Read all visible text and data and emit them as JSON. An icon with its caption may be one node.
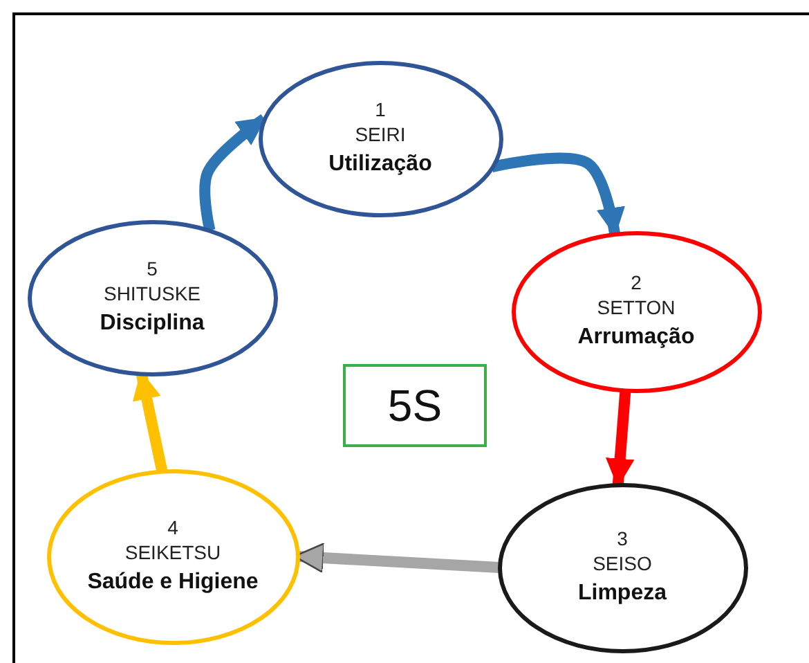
{
  "diagram": {
    "nodes": [
      {
        "text": [
          "1",
          "SEIRI",
          "Utilização"
        ]
      },
      {
        "text": [
          "2",
          "SETTON",
          "Arrumação"
        ]
      },
      {
        "text": [
          "3",
          "SEISO",
          "Limpeza"
        ]
      },
      {
        "text": [
          "4",
          "SEIKETSU",
          "Saúde e Higiene"
        ]
      },
      {
        "text": [
          "5",
          "SHITUSKE",
          "Disciplina"
        ]
      },
      {
        "text": [
          "5S"
        ]
      }
    ],
    "edges": [
      {
        "from": 0,
        "to": 1,
        "arrow": "to",
        "color": "#2e75b6"
      },
      {
        "from": 1,
        "to": 2,
        "arrow": "to",
        "color": "#ff0000"
      },
      {
        "from": 2,
        "to": 3,
        "arrow": "to",
        "color": "#a6a6a6"
      },
      {
        "from": 3,
        "to": 4,
        "arrow": "to",
        "color": "#ffc000"
      },
      {
        "from": 4,
        "to": 0,
        "arrow": "to",
        "color": "#2e75b6"
      }
    ]
  }
}
